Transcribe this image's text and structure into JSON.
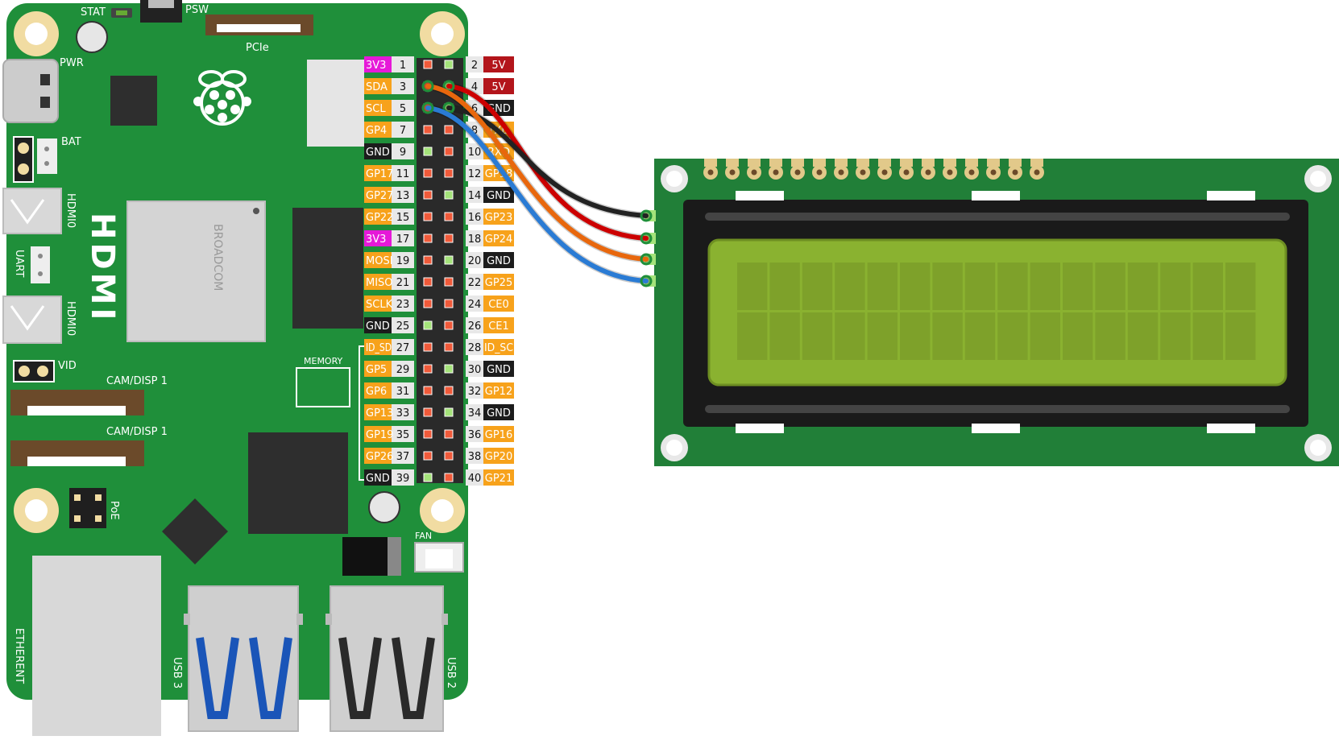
{
  "board": {
    "labels": {
      "stat": "STAT",
      "psw": "PSW",
      "pcie": "PCIe",
      "pwr": "PWR",
      "bat": "BAT",
      "hdmi0_top": "HDMI0",
      "hdmi0_bottom": "HDMI0",
      "uart": "UART",
      "hdmi_big": "HDMI",
      "broadcom": "BROADCOM",
      "vid": "VID",
      "memory": "MEMORY",
      "cam1": "CAM/DISP 1",
      "cam2": "CAM/DISP 1",
      "poe": "PoE",
      "fan": "FAN",
      "ethernet": "ETHERENT",
      "usb3": "USB 3",
      "usb2": "USB 2"
    }
  },
  "header": {
    "left": [
      {
        "num": "1",
        "label": "3V3",
        "kind": "power3v3"
      },
      {
        "num": "3",
        "label": "SDA",
        "kind": "gpio"
      },
      {
        "num": "5",
        "label": "SCL",
        "kind": "gpio"
      },
      {
        "num": "7",
        "label": "GP4",
        "kind": "gpio"
      },
      {
        "num": "9",
        "label": "GND",
        "kind": "gnd"
      },
      {
        "num": "11",
        "label": "GP17",
        "kind": "gpio"
      },
      {
        "num": "13",
        "label": "GP27",
        "kind": "gpio"
      },
      {
        "num": "15",
        "label": "GP22",
        "kind": "gpio"
      },
      {
        "num": "17",
        "label": "3V3",
        "kind": "power3v3"
      },
      {
        "num": "19",
        "label": "MOSI",
        "kind": "gpio"
      },
      {
        "num": "21",
        "label": "MISO",
        "kind": "gpio"
      },
      {
        "num": "23",
        "label": "SCLK",
        "kind": "gpio"
      },
      {
        "num": "25",
        "label": "GND",
        "kind": "gnd"
      },
      {
        "num": "27",
        "label": "ID_SD",
        "kind": "gpio"
      },
      {
        "num": "29",
        "label": "GP5",
        "kind": "gpio"
      },
      {
        "num": "31",
        "label": "GP6",
        "kind": "gpio"
      },
      {
        "num": "33",
        "label": "GP13",
        "kind": "gpio"
      },
      {
        "num": "35",
        "label": "GP19",
        "kind": "gpio"
      },
      {
        "num": "37",
        "label": "GP26",
        "kind": "gpio"
      },
      {
        "num": "39",
        "label": "GND",
        "kind": "gnd"
      }
    ],
    "right": [
      {
        "num": "2",
        "label": "5V",
        "kind": "power5v"
      },
      {
        "num": "4",
        "label": "5V",
        "kind": "power5v"
      },
      {
        "num": "6",
        "label": "GND",
        "kind": "gnd"
      },
      {
        "num": "8",
        "label": "TXD",
        "kind": "gpio"
      },
      {
        "num": "10",
        "label": "RXD",
        "kind": "gpio"
      },
      {
        "num": "12",
        "label": "GP18",
        "kind": "gpio"
      },
      {
        "num": "14",
        "label": "GND",
        "kind": "gnd"
      },
      {
        "num": "16",
        "label": "GP23",
        "kind": "gpio"
      },
      {
        "num": "18",
        "label": "GP24",
        "kind": "gpio"
      },
      {
        "num": "20",
        "label": "GND",
        "kind": "gnd"
      },
      {
        "num": "22",
        "label": "GP25",
        "kind": "gpio"
      },
      {
        "num": "24",
        "label": "CE0",
        "kind": "gpio"
      },
      {
        "num": "26",
        "label": "CE1",
        "kind": "gpio"
      },
      {
        "num": "28",
        "label": "ID_SC",
        "kind": "gpio"
      },
      {
        "num": "30",
        "label": "GND",
        "kind": "gnd"
      },
      {
        "num": "32",
        "label": "GP12",
        "kind": "gpio"
      },
      {
        "num": "34",
        "label": "GND",
        "kind": "gnd"
      },
      {
        "num": "36",
        "label": "GP16",
        "kind": "gpio"
      },
      {
        "num": "38",
        "label": "GP20",
        "kind": "gpio"
      },
      {
        "num": "40",
        "label": "GP21",
        "kind": "gpio"
      }
    ]
  },
  "lcd": {
    "columns": 16,
    "rows": 2,
    "header_pins": 16,
    "i2c_pins": 4
  },
  "wires": [
    {
      "from_pin": "4",
      "to_lcd_pin": 2,
      "color": "#cc0000"
    },
    {
      "from_pin": "6",
      "to_lcd_pin": 1,
      "color": "#222222"
    },
    {
      "from_pin": "3",
      "to_lcd_pin": 3,
      "color": "#e8670d"
    },
    {
      "from_pin": "5",
      "to_lcd_pin": 4,
      "color": "#2a7bd4"
    }
  ],
  "colors": {
    "board": "#1f8f3a",
    "lcd_board": "#217f38",
    "lcd_screen": "#8ab230",
    "gpio_label": "#f7a21b",
    "gnd_label": "#1c1c1c",
    "v33_label": "#e619d8",
    "v5_label": "#b3151b"
  }
}
